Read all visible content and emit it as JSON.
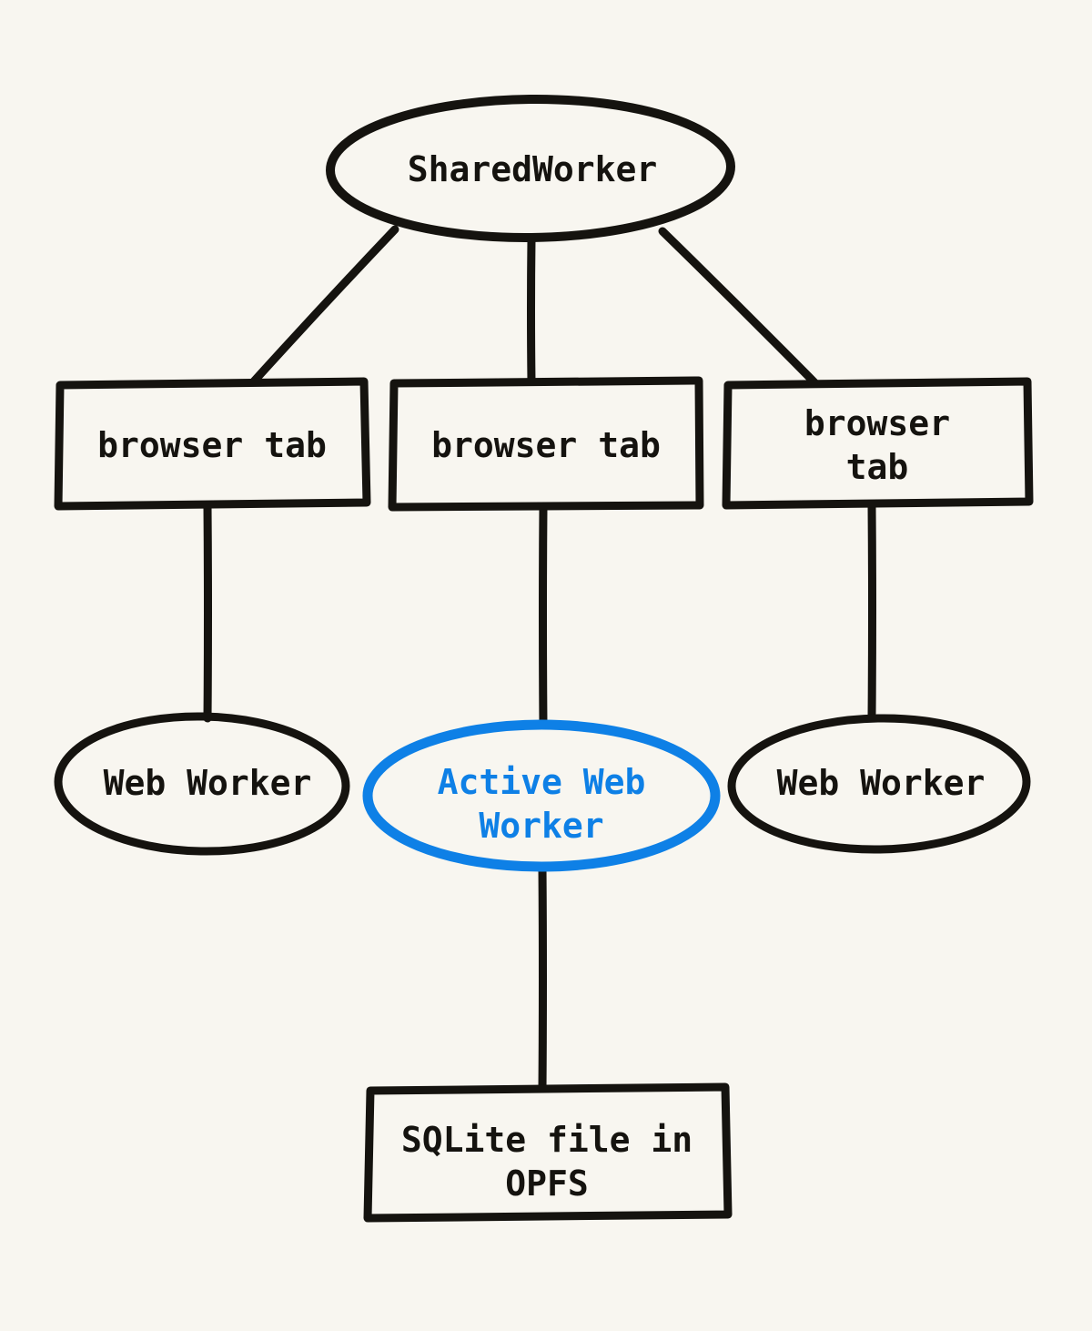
{
  "canvas": {
    "colors": {
      "background": "#f8f6f0",
      "ink": "#15130f",
      "accent": "#0e80e6"
    }
  },
  "diagram": {
    "type": "tree",
    "nodes": {
      "shared_worker": {
        "label": "SharedWorker",
        "shape": "ellipse",
        "highlighted": false
      },
      "tab_left": {
        "label": "browser tab",
        "shape": "rectangle",
        "highlighted": false
      },
      "tab_middle": {
        "label": "browser tab",
        "shape": "rectangle",
        "highlighted": false
      },
      "tab_right": {
        "label": "browser tab",
        "shape": "rectangle",
        "highlighted": false
      },
      "worker_left": {
        "label": "Web Worker",
        "shape": "ellipse",
        "highlighted": false
      },
      "worker_active": {
        "label": "Active Web Worker",
        "shape": "ellipse",
        "highlighted": true,
        "highlight_color": "#0e80e6"
      },
      "worker_right": {
        "label": "Web Worker",
        "shape": "ellipse",
        "highlighted": false
      },
      "storage": {
        "label": "SQLite file in OPFS",
        "shape": "rectangle",
        "highlighted": false
      }
    },
    "edges": [
      {
        "from": "shared_worker",
        "to": "tab_left"
      },
      {
        "from": "shared_worker",
        "to": "tab_middle"
      },
      {
        "from": "shared_worker",
        "to": "tab_right"
      },
      {
        "from": "tab_left",
        "to": "worker_left"
      },
      {
        "from": "tab_middle",
        "to": "worker_active"
      },
      {
        "from": "tab_right",
        "to": "worker_right"
      },
      {
        "from": "worker_active",
        "to": "storage"
      }
    ]
  }
}
